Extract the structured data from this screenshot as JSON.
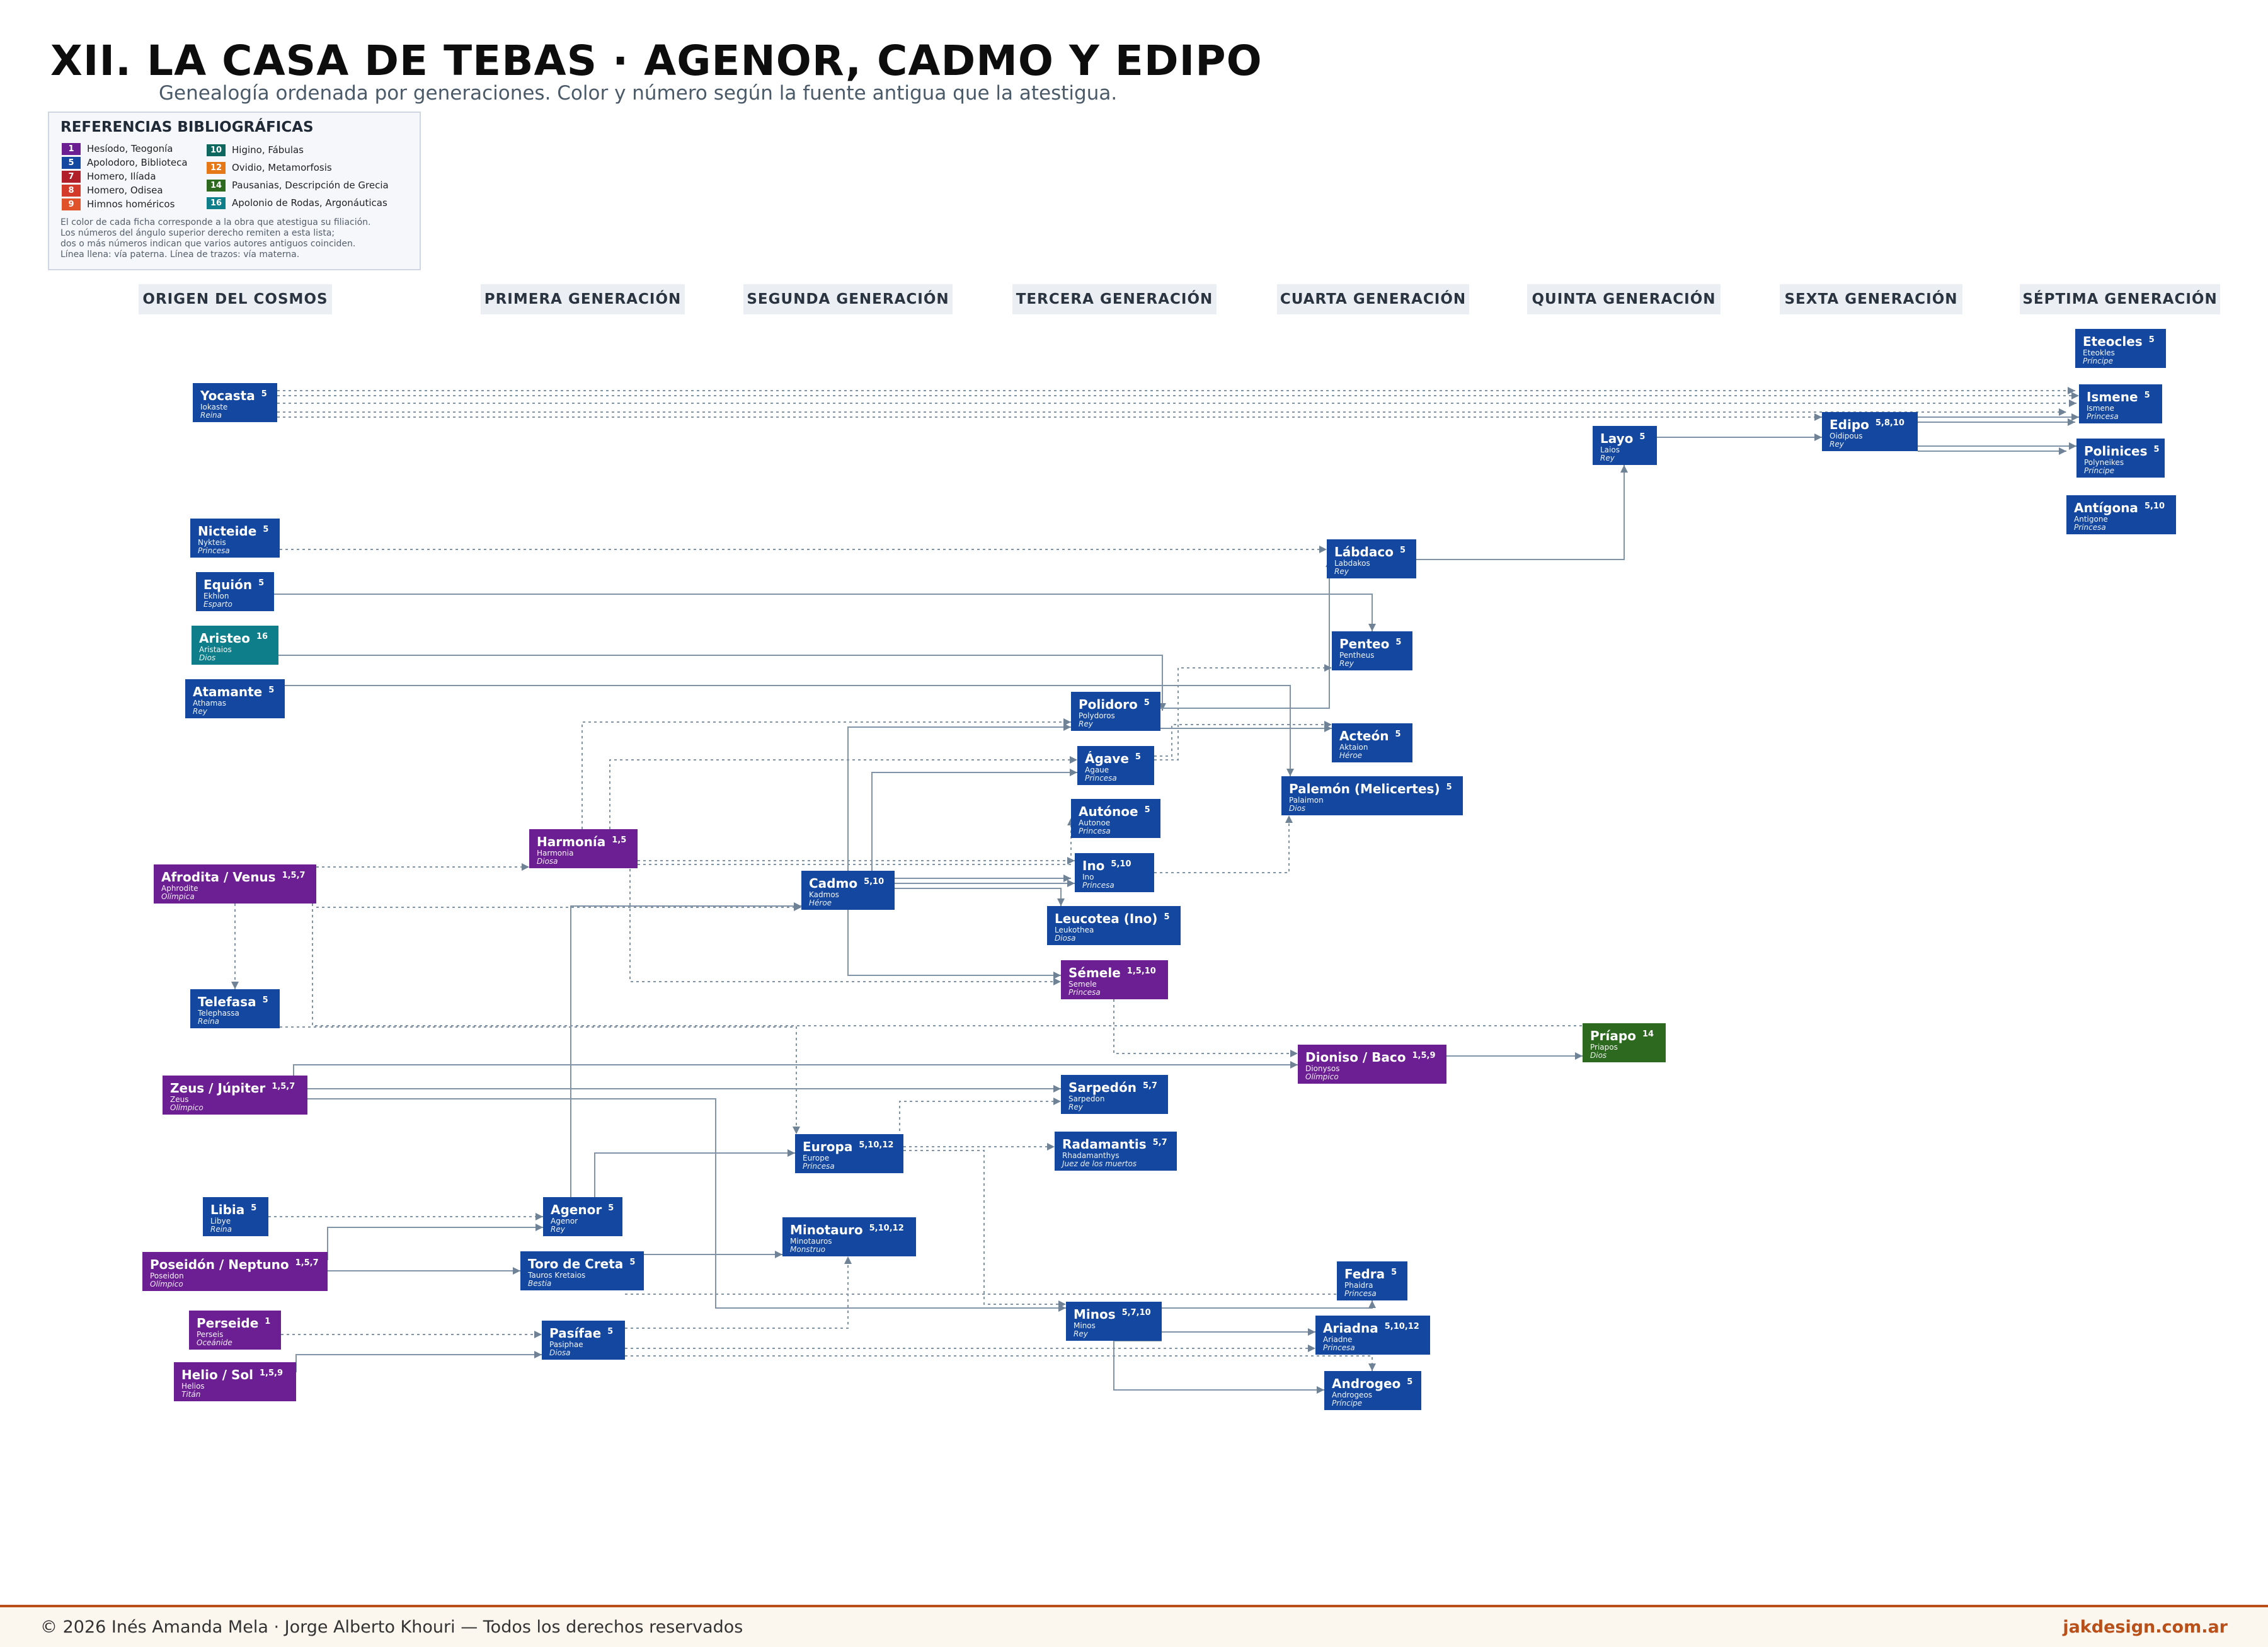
{
  "title": "XII. LA CASA DE TEBAS · AGENOR, CADMO Y EDIPO",
  "subtitle": "Genealogía ordenada por generaciones. Color y número según la fuente antigua que la atestigua.",
  "legend": {
    "title": "REFERENCIAS BIBLIOGRÁFICAS",
    "items": [
      {
        "num": "1",
        "label": "Hesíodo, Teogonía",
        "color": "#6b1f93"
      },
      {
        "num": "5",
        "label": "Apolodoro, Biblioteca",
        "color": "#1447a0"
      },
      {
        "num": "7",
        "label": "Homero, Ilíada",
        "color": "#b11f2a"
      },
      {
        "num": "8",
        "label": "Homero, Odisea",
        "color": "#d43a2a"
      },
      {
        "num": "9",
        "label": "Himnos homéricos",
        "color": "#e0522a"
      },
      {
        "num": "10",
        "label": "Higino, Fábulas",
        "color": "#0f6860"
      },
      {
        "num": "12",
        "label": "Ovidio, Metamorfosis",
        "color": "#e67817"
      },
      {
        "num": "14",
        "label": "Pausanias, Descripción de Grecia",
        "color": "#2d6a1f"
      },
      {
        "num": "16",
        "label": "Apolonio de Rodas, Argonáuticas",
        "color": "#0e7f8a"
      }
    ],
    "notes": [
      "El color de cada ficha corresponde a la obra que atestigua su filiación.",
      "Los números del ángulo superior derecho remiten a esta lista;",
      "dos o más números indican que varios autores antiguos coinciden.",
      "Línea llena: vía paterna. Línea de trazos: vía materna."
    ]
  },
  "generations": [
    "ORIGEN DEL COSMOS",
    "PRIMERA GENERACIÓN",
    "SEGUNDA GENERACIÓN",
    "TERCERA GENERACIÓN",
    "CUARTA GENERACIÓN",
    "QUINTA GENERACIÓN",
    "SEXTA GENERACIÓN",
    "SÉPTIMA GENERACIÓN"
  ],
  "colors": {
    "purple": "#6b1f93",
    "blue": "#1447a0",
    "teal": "#0e7f8a",
    "green": "#2d6a1f",
    "line": "#8193a6",
    "footer_accent": "#b9501a"
  },
  "nodes": {
    "yocasta": {
      "name": "Yocasta",
      "src": "5",
      "orig": "Iokaste",
      "role": "Reina"
    },
    "nicteide": {
      "name": "Nicteide",
      "src": "5",
      "orig": "Nykteis",
      "role": "Princesa"
    },
    "equion": {
      "name": "Equión",
      "src": "5",
      "orig": "Ekhion",
      "role": "Esparto"
    },
    "aristeo": {
      "name": "Aristeo",
      "src": "16",
      "orig": "Aristaios",
      "role": "Dios"
    },
    "atamante": {
      "name": "Atamante",
      "src": "5",
      "orig": "Athamas",
      "role": "Rey"
    },
    "afrodita": {
      "name": "Afrodita / Venus",
      "src": "1,5,7",
      "orig": "Aphrodite",
      "role": "Olímpica"
    },
    "telefasa": {
      "name": "Telefasa",
      "src": "5",
      "orig": "Telephassa",
      "role": "Reina"
    },
    "zeus": {
      "name": "Zeus / Júpiter",
      "src": "1,5,7",
      "orig": "Zeus",
      "role": "Olímpico"
    },
    "libia": {
      "name": "Libia",
      "src": "5",
      "orig": "Libye",
      "role": "Reina"
    },
    "poseidon": {
      "name": "Poseidón / Neptuno",
      "src": "1,5,7",
      "orig": "Poseidon",
      "role": "Olímpico"
    },
    "perseide": {
      "name": "Perseide",
      "src": "1",
      "orig": "Perseis",
      "role": "Oceánide"
    },
    "helio": {
      "name": "Helio / Sol",
      "src": "1,5,9",
      "orig": "Helios",
      "role": "Titán"
    },
    "harmonia": {
      "name": "Harmonía",
      "src": "1,5",
      "orig": "Harmonia",
      "role": "Diosa"
    },
    "agenor": {
      "name": "Agenor",
      "src": "5",
      "orig": "Agenor",
      "role": "Rey"
    },
    "toro": {
      "name": "Toro de Creta",
      "src": "5",
      "orig": "Tauros Kretaios",
      "role": "Bestia"
    },
    "pasifae": {
      "name": "Pasífae",
      "src": "5",
      "orig": "Pasiphae",
      "role": "Diosa"
    },
    "cadmo": {
      "name": "Cadmo",
      "src": "5,10",
      "orig": "Kadmos",
      "role": "Héroe"
    },
    "europa": {
      "name": "Europa",
      "src": "5,10,12",
      "orig": "Europe",
      "role": "Princesa"
    },
    "minotauro": {
      "name": "Minotauro",
      "src": "5,10,12",
      "orig": "Minotauros",
      "role": "Monstruo"
    },
    "polidoro": {
      "name": "Polidoro",
      "src": "5",
      "orig": "Polydoros",
      "role": "Rey"
    },
    "agave": {
      "name": "Ágave",
      "src": "5",
      "orig": "Agaue",
      "role": "Princesa"
    },
    "autonoe": {
      "name": "Autónoe",
      "src": "5",
      "orig": "Autonoe",
      "role": "Princesa"
    },
    "ino": {
      "name": "Ino",
      "src": "5,10",
      "orig": "Ino",
      "role": "Princesa"
    },
    "leucotea": {
      "name": "Leucotea (Ino)",
      "src": "5",
      "orig": "Leukothea",
      "role": "Diosa"
    },
    "semele": {
      "name": "Sémele",
      "src": "1,5,10",
      "orig": "Semele",
      "role": "Princesa"
    },
    "sarpedon": {
      "name": "Sarpedón",
      "src": "5,7",
      "orig": "Sarpedon",
      "role": "Rey"
    },
    "radamantis": {
      "name": "Radamantis",
      "src": "5,7",
      "orig": "Rhadamanthys",
      "role": "Juez de los muertos"
    },
    "minos": {
      "name": "Minos",
      "src": "5,7,10",
      "orig": "Minos",
      "role": "Rey"
    },
    "labdaco": {
      "name": "Lábdaco",
      "src": "5",
      "orig": "Labdakos",
      "role": "Rey"
    },
    "penteo": {
      "name": "Penteo",
      "src": "5",
      "orig": "Pentheus",
      "role": "Rey"
    },
    "acteon": {
      "name": "Acteón",
      "src": "5",
      "orig": "Aktaion",
      "role": "Héroe"
    },
    "palemon": {
      "name": "Palemón (Melicertes)",
      "src": "5",
      "orig": "Palaimon",
      "role": "Dios"
    },
    "dioniso": {
      "name": "Dioniso / Baco",
      "src": "1,5,9",
      "orig": "Dionysos",
      "role": "Olímpico"
    },
    "fedra": {
      "name": "Fedra",
      "src": "5",
      "orig": "Phaidra",
      "role": "Princesa"
    },
    "ariadna": {
      "name": "Ariadna",
      "src": "5,10,12",
      "orig": "Ariadne",
      "role": "Princesa"
    },
    "androgeo": {
      "name": "Androgeo",
      "src": "5",
      "orig": "Androgeos",
      "role": "Príncipe"
    },
    "layo": {
      "name": "Layo",
      "src": "5",
      "orig": "Laios",
      "role": "Rey"
    },
    "priapo": {
      "name": "Príapo",
      "src": "14",
      "orig": "Priapos",
      "role": "Dios"
    },
    "edipo": {
      "name": "Edipo",
      "src": "5,8,10",
      "orig": "Oidipous",
      "role": "Rey"
    },
    "eteocles": {
      "name": "Eteocles",
      "src": "5",
      "orig": "Eteokles",
      "role": "Príncipe"
    },
    "ismene": {
      "name": "Ismene",
      "src": "5",
      "orig": "Ismene",
      "role": "Princesa"
    },
    "polinices": {
      "name": "Polinices",
      "src": "5",
      "orig": "Polyneikes",
      "role": "Príncipe"
    },
    "antigona": {
      "name": "Antígona",
      "src": "5,10",
      "orig": "Antigone",
      "role": "Princesa"
    }
  },
  "footer": {
    "copyright": "© 2026  Inés Amanda Mela  ·  Jorge Alberto Khouri  —  Todos los derechos reservados",
    "website": "jakdesign.com.ar"
  }
}
